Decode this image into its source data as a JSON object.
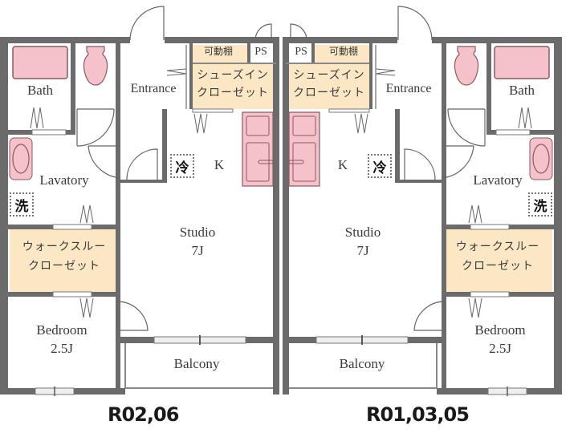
{
  "colors": {
    "wall": "#6b6b6b",
    "fixture_pink": "#f4c2c8",
    "fixture_outline": "#8a5a62",
    "closet_fill": "#fbe7c4",
    "background": "#ffffff"
  },
  "units": [
    {
      "id_label": "R02,06",
      "rooms": {
        "bath": "Bath",
        "entrance": "Entrance",
        "lavatory": "Lavatory",
        "kitchen": "K",
        "studio": "Studio",
        "studio_size": "7J",
        "bedroom": "Bedroom",
        "bedroom_size": "2.5J",
        "balcony": "Balcony",
        "shoe_closet_line1": "シューズイン",
        "shoe_closet_line2": "クローゼット",
        "movable_shelf": "可動棚",
        "pipe_space": "PS",
        "walk_through_line1": "ウォークスルー",
        "walk_through_line2": "クローゼット"
      },
      "appliances": {
        "fridge": "冷",
        "washer": "洗"
      }
    },
    {
      "id_label": "R01,03,05",
      "rooms": {
        "bath": "Bath",
        "entrance": "Entrance",
        "lavatory": "Lavatory",
        "kitchen": "K",
        "studio": "Studio",
        "studio_size": "7J",
        "bedroom": "Bedroom",
        "bedroom_size": "2.5J",
        "balcony": "Balcony",
        "shoe_closet_line1": "シューズイン",
        "shoe_closet_line2": "クローゼット",
        "movable_shelf": "可動棚",
        "pipe_space": "PS",
        "walk_through_line1": "ウォークスルー",
        "walk_through_line2": "クローゼット"
      },
      "appliances": {
        "fridge": "冷",
        "washer": "洗"
      }
    }
  ]
}
